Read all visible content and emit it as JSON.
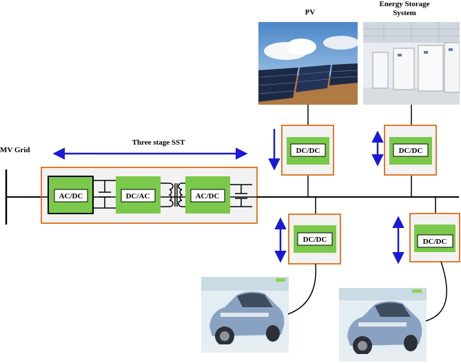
{
  "labels": {
    "pv": "PV",
    "ess_line1": "Energy Storage",
    "ess_line2": "System",
    "mv_grid": "MV Grid",
    "sst_title": "Three stage SST"
  },
  "sst_blocks": [
    "AC/DC",
    "DC/AC",
    "AC/DC"
  ],
  "converters": {
    "pv": "DC/DC",
    "ess": "DC/DC",
    "ev1": "DC/DC",
    "ev2": "DC/DC"
  },
  "colors": {
    "converter_border": "#e07a2a",
    "converter_fill": "#f2f2f2",
    "block_green": "#7ac94a",
    "arrow_blue": "#1a1ad6",
    "line": "#000000"
  },
  "icons": {
    "pv_image": "solar-panel-array-photo",
    "ess_image": "battery-storage-room-photo",
    "ev_image": "electric-car-photo"
  }
}
